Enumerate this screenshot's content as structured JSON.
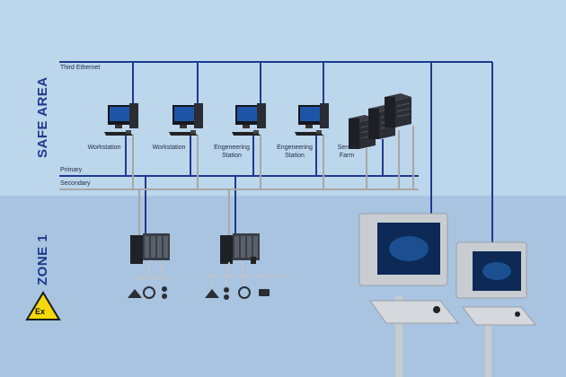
{
  "zones": {
    "safe_area": "SAFE AREA",
    "zone1": "ZONE 1",
    "ex_symbol": "Ex"
  },
  "networks": {
    "third_ethernet": "Third Ethernet",
    "primary": "Primary",
    "secondary": "Secondary"
  },
  "nodes": [
    {
      "label": "Workstation",
      "icon": "workstation-icon"
    },
    {
      "label": "Workstation",
      "icon": "workstation-icon"
    },
    {
      "label": "Engeneering\nStation",
      "icon": "workstation-icon"
    },
    {
      "label": "Engeneering\nStation",
      "icon": "workstation-icon"
    },
    {
      "label": "Server\nFarm",
      "icon": "server-farm-icon"
    }
  ],
  "colors": {
    "safe_bg": "#bcd6ec",
    "hazard_bg": "#a8c4e0",
    "line_blue": "#1d3a8f",
    "line_grey": "#a7a7a7",
    "ex_yellow": "#f5d90a"
  }
}
